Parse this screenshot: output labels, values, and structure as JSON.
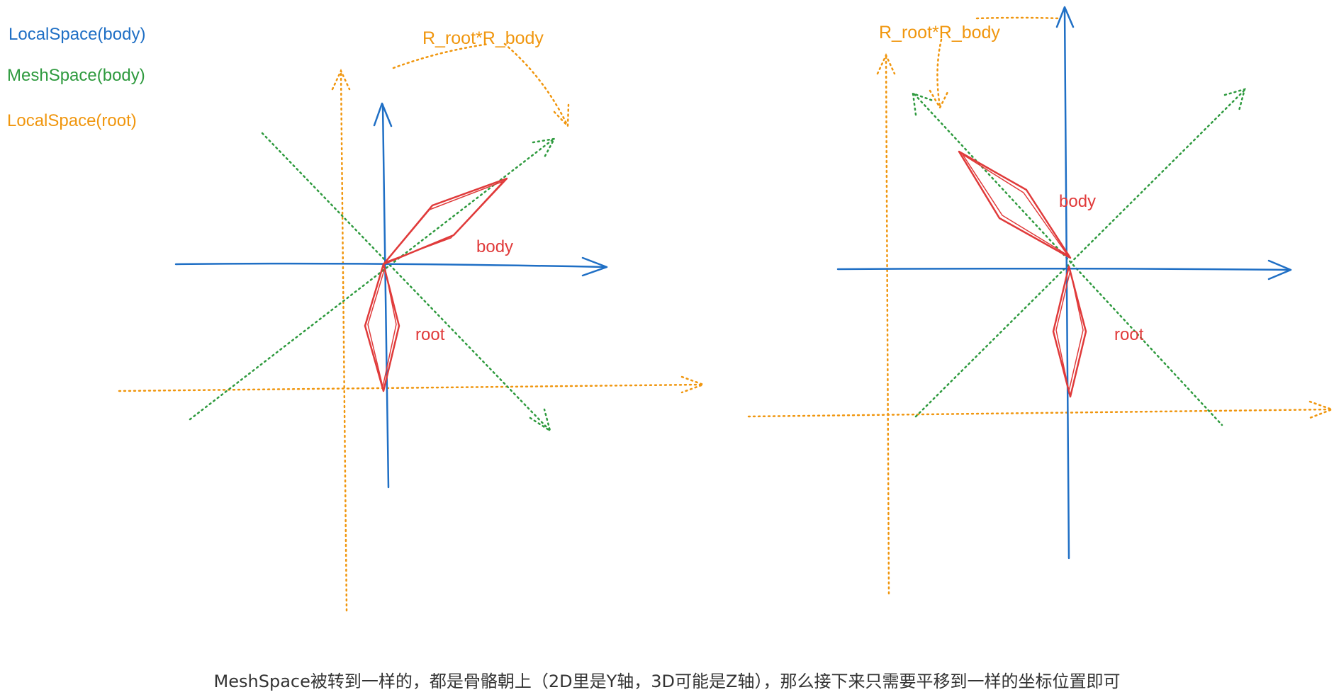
{
  "colors": {
    "blue": "#1f6fc5",
    "green": "#2e9a3e",
    "orange": "#f0960e",
    "red": "#e03a3a",
    "caption": "#333333"
  },
  "legend": {
    "local_body": "LocalSpace(body)",
    "mesh_body": "MeshSpace(body)",
    "local_root": "LocalSpace(root)"
  },
  "left_diagram": {
    "rotation_label": "R_root*R_body",
    "bone_body": "body",
    "bone_root": "root"
  },
  "right_diagram": {
    "rotation_label": "R_root*R_body",
    "bone_body": "body",
    "bone_root": "root"
  },
  "caption": "MeshSpace被转到一样的，都是骨骼朝上（2D里是Y轴，3D可能是Z轴），那么接下来只需要平移到一样的坐标位置即可"
}
